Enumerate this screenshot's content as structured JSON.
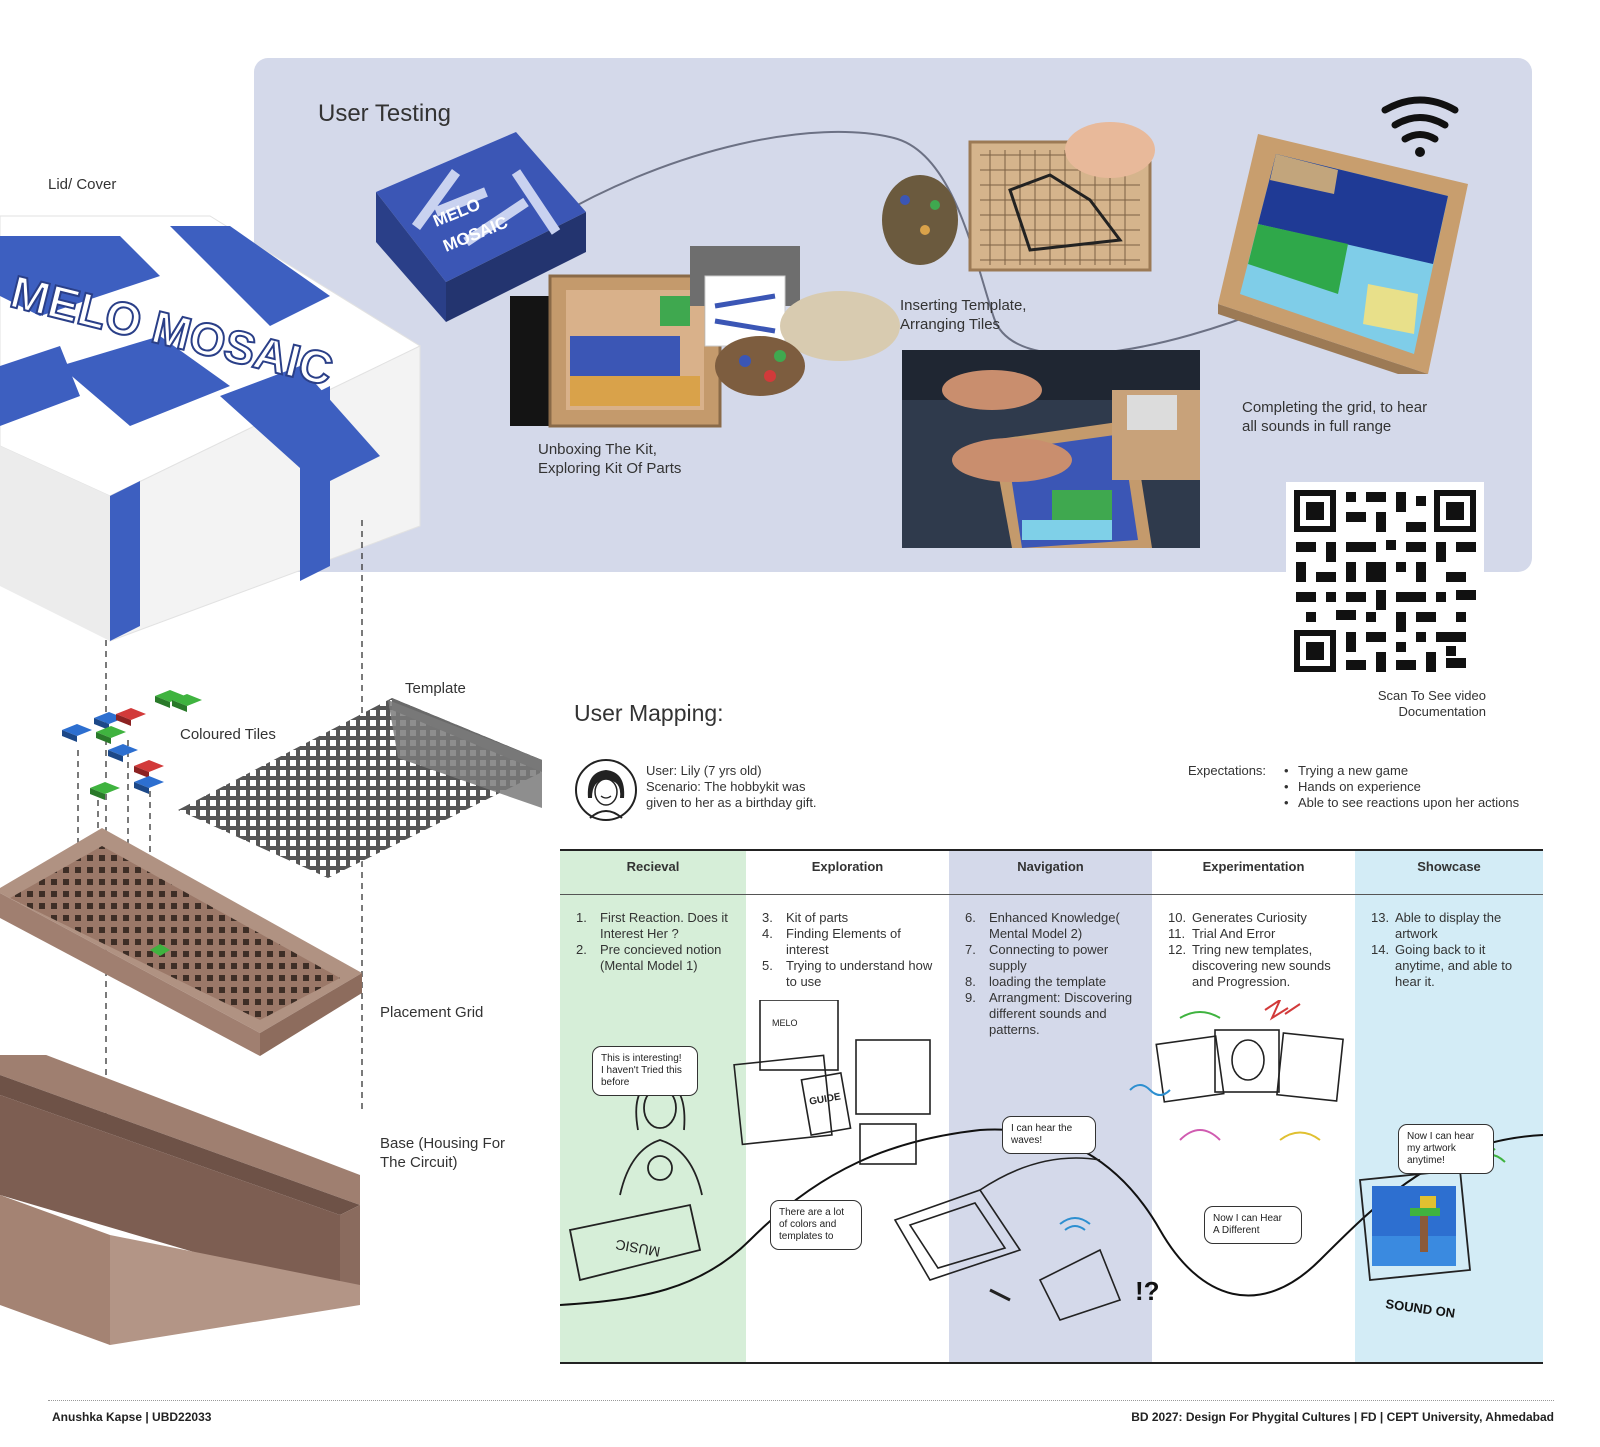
{
  "testing": {
    "title": "User Testing",
    "captions": {
      "unboxing": "Unboxing The Kit,\nExploring Kit Of Parts",
      "inserting": "Inserting Template,\nArranging Tiles",
      "completing": "Completing the grid, to hear\nall sounds in full range"
    }
  },
  "qr": {
    "caption": "Scan To See video\nDocumentation"
  },
  "exploded": {
    "lid_label": "Lid/ Cover",
    "template_label": "Template",
    "tiles_label": "Coloured Tiles",
    "grid_label": "Placement Grid",
    "base_label": "Base (Housing For\nThe Circuit)",
    "logo_text": "MELO MOSAIC"
  },
  "mapping": {
    "title": "User Mapping:",
    "persona": {
      "line1": "User: Lily (7 yrs old)",
      "line2": "Scenario: The hobbykit was",
      "line3": "given to her as a birthday gift."
    },
    "expectations_label": "Expectations:",
    "expectations": [
      "Trying a new game",
      "Hands on experience",
      "Able to see reactions upon her actions"
    ],
    "stages": [
      {
        "name": "Recieval",
        "color": "#d6eed8",
        "items": [
          {
            "n": "1.",
            "t": "First Reaction. Does it Interest Her ?"
          },
          {
            "n": "2.",
            "t": "Pre concieved notion (Mental Model 1)"
          }
        ]
      },
      {
        "name": "Exploration",
        "color": "#ffffff",
        "items": [
          {
            "n": "3.",
            "t": "Kit of parts"
          },
          {
            "n": "4.",
            "t": "Finding Elements of interest"
          },
          {
            "n": "5.",
            "t": "Trying to understand how to use"
          }
        ]
      },
      {
        "name": "Navigation",
        "color": "#d4d9ea",
        "items": [
          {
            "n": "6.",
            "t": "Enhanced Knowledge( Mental Model 2)"
          },
          {
            "n": "7.",
            "t": "Connecting to power supply"
          },
          {
            "n": "8.",
            "t": "loading the template"
          },
          {
            "n": "9.",
            "t": "Arrangment: Discovering different sounds and patterns."
          }
        ]
      },
      {
        "name": "Experimentation",
        "color": "#ffffff",
        "items": [
          {
            "n": "10.",
            "t": "Generates Curiosity"
          },
          {
            "n": "11.",
            "t": "Trial And Error"
          },
          {
            "n": "12.",
            "t": "Tring new templates, discovering new sounds and Progression."
          }
        ]
      },
      {
        "name": "Showcase",
        "color": "#d3ecf6",
        "items": [
          {
            "n": "13.",
            "t": "Able to display the artwork"
          },
          {
            "n": "14.",
            "t": "Going back to it anytime, and able to hear it."
          }
        ]
      }
    ],
    "bubbles": {
      "recieval": "This is interesting!\nI haven't Tried this\nbefore",
      "exploration": "There are a lot\nof colors and\ntemplates to",
      "navigation": "I can hear the\nwaves!",
      "experimentation": "Now I can Hear\nA Different",
      "showcase": "Now I can hear\nmy artwork\nanytime!"
    },
    "sketch_text": {
      "guide": "GUIDE",
      "sound_on": "SOUND ON"
    }
  },
  "footer": {
    "left": "Anushka Kapse | UBD22033",
    "right": "BD 2027: Design For Phygital Cultures | FD | CEPT University, Ahmedabad"
  },
  "colors": {
    "panel": "#d4d9ea",
    "brand_blue": "#3d5fc0",
    "wood": "#a48373",
    "tile_green": "#3fb33f",
    "tile_blue": "#2d6fd0",
    "tile_red": "#d23a3a"
  }
}
